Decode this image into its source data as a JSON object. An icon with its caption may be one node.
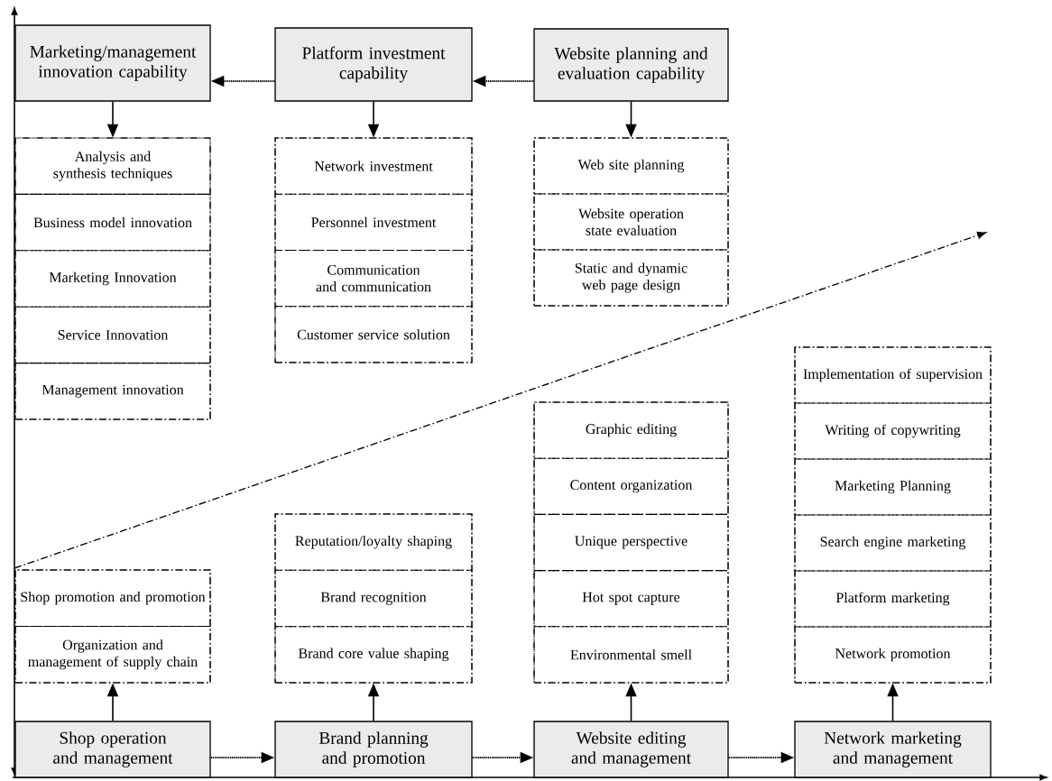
{
  "diagram": {
    "nodes": [
      {
        "text": [
          "Marketing/management innovation capability"
        ]
      },
      {
        "text": [
          "Platform investment capability"
        ]
      },
      {
        "text": [
          "Website planning and evaluation capability"
        ]
      },
      {
        "text": [],
        "shape": "box"
      },
      {
        "text": [
          "Analysis and synthesis techniques"
        ],
        "in": 3
      },
      {
        "text": [
          "Business model innovation"
        ],
        "in": 3
      },
      {
        "text": [
          "Marketing Innovation"
        ],
        "in": 3
      },
      {
        "text": [
          "Service Innovation"
        ],
        "in": 3
      },
      {
        "text": [
          "Management innovation"
        ],
        "in": 3
      },
      {
        "text": [],
        "shape": "box"
      },
      {
        "text": [
          "Network investment"
        ],
        "in": 9
      },
      {
        "text": [
          "Personnel investment"
        ],
        "in": 9
      },
      {
        "text": [
          "Communication and communication"
        ],
        "in": 9
      },
      {
        "text": [
          "Customer service solution"
        ],
        "in": 9
      },
      {
        "text": [],
        "shape": "box"
      },
      {
        "text": [
          "Web site planning"
        ],
        "in": 14
      },
      {
        "text": [
          "Website operation state evaluation"
        ],
        "in": 14
      },
      {
        "text": [
          "Static and dynamic web page design"
        ],
        "in": 14
      },
      {
        "text": [],
        "shape": "box"
      },
      {
        "text": [
          "Shop promotion and promotion"
        ],
        "in": 18
      },
      {
        "text": [
          "Organization and management of supply chain"
        ],
        "in": 18
      },
      {
        "text": [],
        "shape": "box"
      },
      {
        "text": [
          "Reputation/loyalty shaping"
        ],
        "in": 21
      },
      {
        "text": [
          "Brand recognition"
        ],
        "in": 21
      },
      {
        "text": [
          "Brand core value shaping"
        ],
        "in": 21
      },
      {
        "text": [],
        "shape": "box"
      },
      {
        "text": [
          "Graphic editing"
        ],
        "in": 25
      },
      {
        "text": [
          "Content organization"
        ],
        "in": 25
      },
      {
        "text": [
          "Unique perspective"
        ],
        "in": 25
      },
      {
        "text": [
          "Hot spot capture"
        ],
        "in": 25
      },
      {
        "text": [
          "Environmental smell"
        ],
        "in": 25
      },
      {
        "text": [],
        "shape": "box"
      },
      {
        "text": [
          "Implementation of supervision"
        ],
        "in": 31
      },
      {
        "text": [
          "Writing of copywriting"
        ],
        "in": 31
      },
      {
        "text": [
          "Marketing Planning"
        ],
        "in": 31
      },
      {
        "text": [
          "Search engine marketing"
        ],
        "in": 31
      },
      {
        "text": [
          "Platform marketing"
        ],
        "in": 31
      },
      {
        "text": [
          "Network promotion"
        ],
        "in": 31
      },
      {
        "text": [
          "Shop operation and management"
        ]
      },
      {
        "text": [
          "Brand planning and promotion"
        ]
      },
      {
        "text": [
          "Website editing and management"
        ]
      },
      {
        "text": [
          "Network marketing and management"
        ]
      }
    ],
    "edges": [
      {
        "from": 2,
        "to": 1,
        "arrow": "to",
        "style": "dashed"
      },
      {
        "from": 1,
        "to": 0,
        "arrow": "to",
        "style": "dashed"
      },
      {
        "from": 0,
        "to": 3,
        "arrow": "to"
      },
      {
        "from": 1,
        "to": 9,
        "arrow": "to"
      },
      {
        "from": 2,
        "to": 14,
        "arrow": "to"
      },
      {
        "from": 38,
        "to": 18,
        "arrow": "to"
      },
      {
        "from": 39,
        "to": 21,
        "arrow": "to"
      },
      {
        "from": 40,
        "to": 25,
        "arrow": "to"
      },
      {
        "from": 41,
        "to": 31,
        "arrow": "to"
      },
      {
        "from": 38,
        "to": 39,
        "arrow": "to",
        "style": "dashed"
      },
      {
        "from": 39,
        "to": 40,
        "arrow": "to",
        "style": "dashed"
      },
      {
        "from": 40,
        "to": 41,
        "arrow": "to",
        "style": "dashed"
      }
    ]
  }
}
